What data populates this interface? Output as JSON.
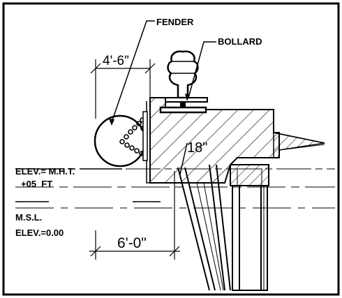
{
  "labels": {
    "fender": "FENDER",
    "bollard": "BOLLARD",
    "top_dimension": "4'-6\"",
    "slab_dimension": "18\"",
    "elev_mht_line1": "ELEV.= M.H.T.",
    "elev_mht_line2": "+05  FT",
    "msl": "M.S.L.",
    "elev_msl": "ELEV.=0.00",
    "bottom_dimension": "6'-0\""
  },
  "colors": {
    "ink": "#000000",
    "paper": "#ffffff"
  }
}
